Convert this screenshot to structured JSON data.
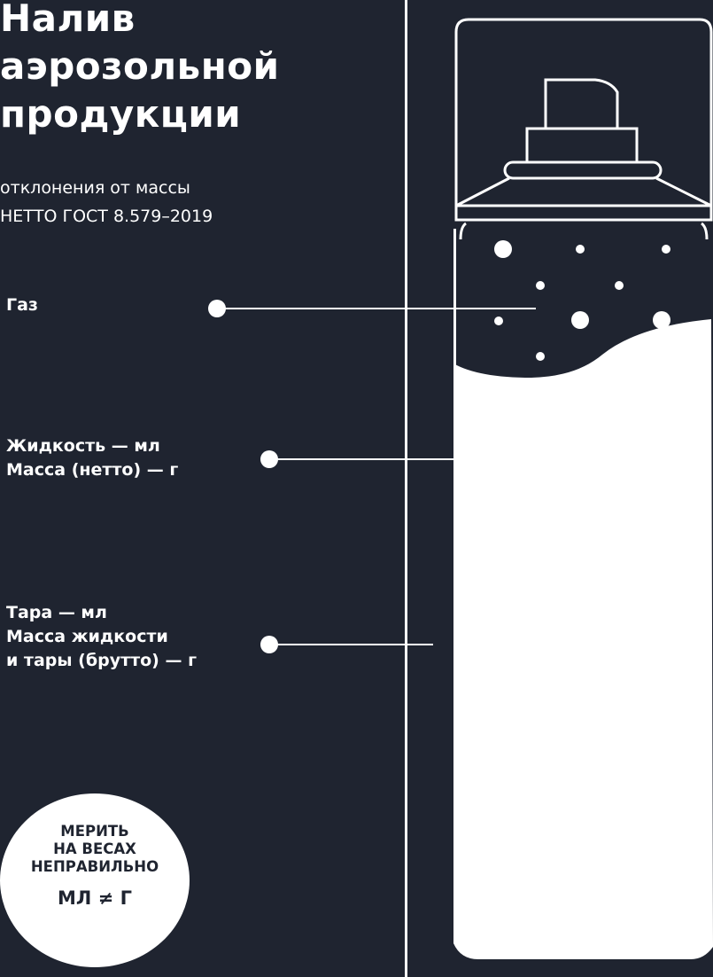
{
  "title": [
    "Налив",
    "аэрозольной",
    "продукции"
  ],
  "subtitle": [
    "отклонения от массы",
    "НЕТТО ГОСТ 8.579–2019"
  ],
  "labels": {
    "gas": [
      "Газ"
    ],
    "liquid": [
      "Жидкость — мл",
      "Масса (нетто) — г"
    ],
    "container": [
      "Тара — мл",
      "Масса жидкости",
      "и тары (брутто) — г"
    ]
  },
  "badge": {
    "lines": [
      "МЕРИТЬ",
      "НА ВЕСАХ",
      "НЕПРАВИЛЬНО"
    ],
    "formula": "МЛ ≠ Г"
  },
  "colors": {
    "background": "#1f2430",
    "foreground": "#ffffff"
  },
  "icons": [
    "aerosol-can-icon",
    "nozzle-icon"
  ]
}
